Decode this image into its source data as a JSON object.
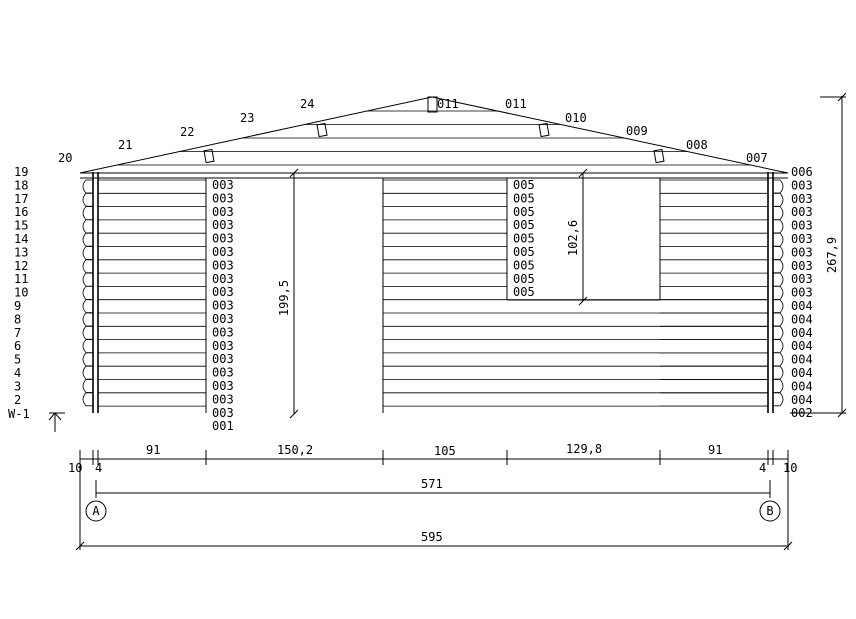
{
  "rows_left": [
    "19",
    "18",
    "17",
    "16",
    "15",
    "14",
    "13",
    "12",
    "11",
    "10",
    "9",
    "8",
    "7",
    "6",
    "5",
    "4",
    "3",
    "2"
  ],
  "level_marker": "W-1",
  "gable_left_labels": [
    "20",
    "21",
    "22",
    "23",
    "24"
  ],
  "gable_right_labels": [
    "011",
    "011",
    "010",
    "009",
    "008",
    "007"
  ],
  "left_panel_labels": [
    "003",
    "003",
    "003",
    "003",
    "003",
    "003",
    "003",
    "003",
    "003",
    "003",
    "003",
    "003",
    "003",
    "003",
    "003",
    "003",
    "003",
    "003",
    "001"
  ],
  "center_window_labels": [
    "005",
    "005",
    "005",
    "005",
    "005",
    "005",
    "005",
    "005",
    "005"
  ],
  "right_labels": [
    "006",
    "003",
    "003",
    "003",
    "003",
    "003",
    "003",
    "003",
    "003",
    "003",
    "004",
    "004",
    "004",
    "004",
    "004",
    "004",
    "004",
    "004",
    "002"
  ],
  "dimensions": {
    "door_height": "199,5",
    "window_height": "102,6",
    "total_height": "267,9",
    "seg_a": "91",
    "seg_b": "150,2",
    "seg_c": "105",
    "seg_d": "129,8",
    "seg_e": "91",
    "left_end": "10",
    "left_inner": "4",
    "right_inner": "4",
    "right_end": "10",
    "axis_span": "571",
    "overall": "595"
  },
  "axes": {
    "left": "A",
    "right": "B"
  }
}
